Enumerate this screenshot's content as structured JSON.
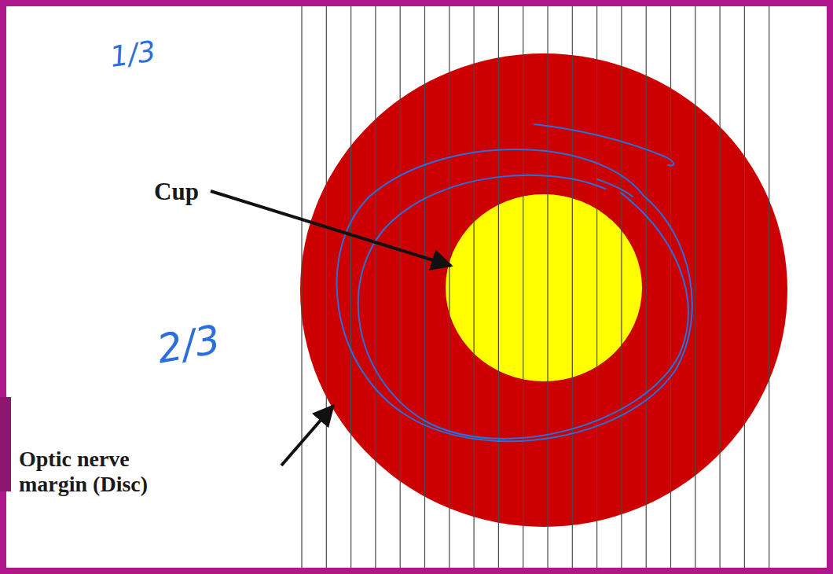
{
  "diagram": {
    "labels": [
      "1/3",
      "Cup",
      "2/3",
      "Optic nerve margin (Disc)"
    ]
  }
}
